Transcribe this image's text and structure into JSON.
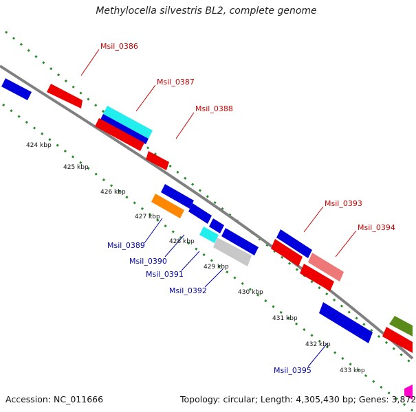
{
  "header": {
    "title": "Methylocella silvestris BL2, complete genome"
  },
  "footer": {
    "accession": "Accession: NC_011666",
    "topology": "Topology: circular; Length: 4,305,430 bp; Genes: 3,872"
  },
  "colors": {
    "backbone": "#808080",
    "tick_track": "#2a8a2a",
    "forward_label": "#cc0000",
    "reverse_label": "#0000aa",
    "gene_red": "#ee0000",
    "gene_blue": "#0000dd",
    "gene_cyan": "#22eeee",
    "gene_orange": "#ff8800",
    "gene_gray": "#c8c8c8",
    "gene_pink": "#ee7777",
    "gene_olive": "#5a8a1a",
    "gene_magenta": "#ff00cc"
  },
  "ticks": [
    "424 kbp",
    "425 kbp",
    "426 kbp",
    "427 kbp",
    "428 kbp",
    "429 kbp",
    "430 kbp",
    "431 kbp",
    "432 kbp",
    "433 kbp"
  ],
  "labels": {
    "forward": [
      "Msil_0386",
      "Msil_0387",
      "Msil_0388",
      "Msil_0393",
      "Msil_0394"
    ],
    "reverse": [
      "Msil_0389",
      "Msil_0390",
      "Msil_0391",
      "Msil_0392",
      "Msil_0395"
    ]
  }
}
